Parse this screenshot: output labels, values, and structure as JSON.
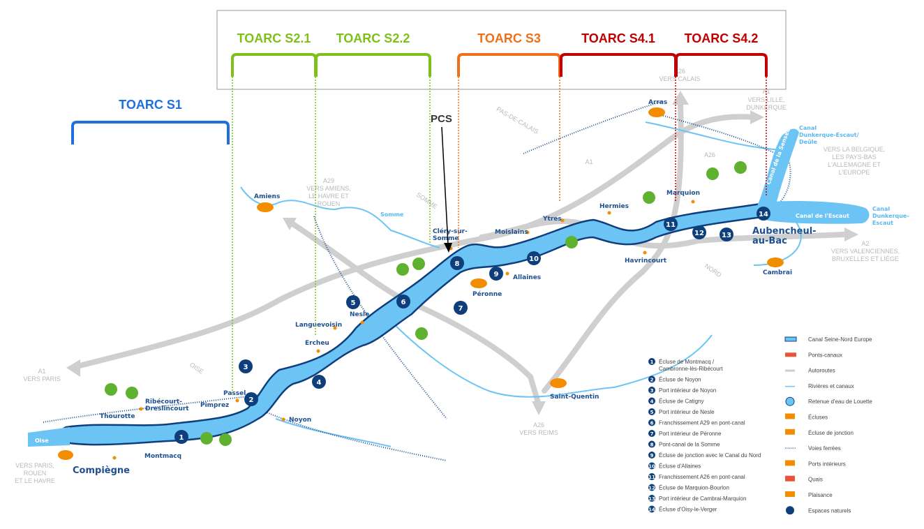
{
  "brackets": [
    {
      "label": "TOARC S1",
      "color": "#1f6fe0"
    },
    {
      "label": "TOARC S2.1",
      "color": "#7fbf1a"
    },
    {
      "label": "TOARC S2.2",
      "color": "#7fbf1a"
    },
    {
      "label": "TOARC S3",
      "color": "#f0701a"
    },
    {
      "label": "TOARC S4.1",
      "color": "#c00000"
    },
    {
      "label": "TOARC S4.2",
      "color": "#c00000"
    }
  ],
  "pcs_label": "PCS",
  "cities": {
    "compiegne": "Compiègne",
    "montmacq": "Montmacq",
    "thourotte": "Thourotte",
    "ribecourt": "Ribécourt-",
    "dreslincourt": "Dreslincourt",
    "pimprez": "Pimprez",
    "passel": "Passel",
    "noyon": "Noyon",
    "ercheu": "Ercheu",
    "languevoisin": "Languevoisin",
    "nesle": "Nesle",
    "amiens": "Amiens",
    "clery1": "Cléry-sur-",
    "clery2": "Somme",
    "peronne": "Péronne",
    "allaines": "Allaines",
    "moislains": "Moislains",
    "ytres": "Ytres",
    "hermies": "Hermies",
    "havrincourt": "Havrincourt",
    "saint_quentin": "Saint-Quentin",
    "marquion": "Marquion",
    "arras": "Arras",
    "cambrai": "Cambrai",
    "aubencheul1": "Aubencheul-",
    "aubencheul2": "au-Bac"
  },
  "waters": {
    "oise": "Oise",
    "somme": "Somme",
    "escaut": "Canal de l'Escaut",
    "sensee": "Canal de la Sensée",
    "dk_deule": [
      "Canal",
      "Dunkerque-Escaut/",
      "Deûle"
    ],
    "dk_escaut": [
      "Canal",
      "Dunkerque-",
      "Escaut"
    ]
  },
  "directions": {
    "paris_a1": [
      "A1",
      "VERS PARIS"
    ],
    "paris_rouen": [
      "VERS PARIS,",
      "ROUEN",
      "ET LE HAVRE"
    ],
    "a29": [
      "A29",
      "VERS AMIENS,",
      "LE HAVRE ET",
      "ROUEN"
    ],
    "calais": [
      "A26",
      "VERS CALAIS"
    ],
    "lille": [
      "A1",
      "VERS LILLE,",
      "DUNKERQUE"
    ],
    "belgique": [
      "VERS LA BELGIQUE,",
      "LES PAYS-BAS",
      "L'ALLEMAGNE ET",
      "L'EUROPE"
    ],
    "a2": [
      "A2",
      "VERS VALENCIENNES,",
      "BRUXELLES ET LIÈGE"
    ],
    "reims": [
      "A26",
      "VERS REIMS"
    ]
  },
  "regions": {
    "oise": "OISE",
    "somme": "SOMME",
    "pdc": "PAS-DE-CALAIS",
    "nord": "NORD",
    "a1": "A1",
    "a26": "A26"
  },
  "markers": [
    "1",
    "2",
    "3",
    "4",
    "5",
    "6",
    "7",
    "8",
    "9",
    "10",
    "11",
    "12",
    "13",
    "14"
  ],
  "numbered_list": [
    "Écluse de Montmacq /",
    "Cambronne-lès-Ribécourt",
    "Écluse de Noyon",
    "Port intérieur de Noyon",
    "Écluse de Catigny",
    "Port intérieur de Nesle",
    "Franchissement A29 en pont-canal",
    "Port intérieur de Péronne",
    "Pont-canal de la Somme",
    "Écluse de jonction avec le Canal du Nord",
    "Écluse d'Allaines",
    "Franchissement A26 en pont-canal",
    "Écluse de Marquion-Bourlon",
    "Port intérieur de Cambrai-Marquion",
    "Écluse d'Oisy-le-Verger"
  ],
  "legend": [
    "Canal Seine-Nord Europe",
    "Ponts-canaux",
    "Autoroutes",
    "Rivières et canaux",
    "Retenue d'eau de Louette",
    "Écluses",
    "Écluse de jonction",
    "Voies ferrées",
    "Ports intérieurs",
    "Quais",
    "Plaisance",
    "Espaces naturels"
  ],
  "colors": {
    "canal": "#6cc4f5",
    "canal_edge": "#0f3e7d",
    "road": "#cfcfcf",
    "river": "#6cc4f5",
    "city": "#f28c00",
    "marker": "#0f3e7d"
  }
}
